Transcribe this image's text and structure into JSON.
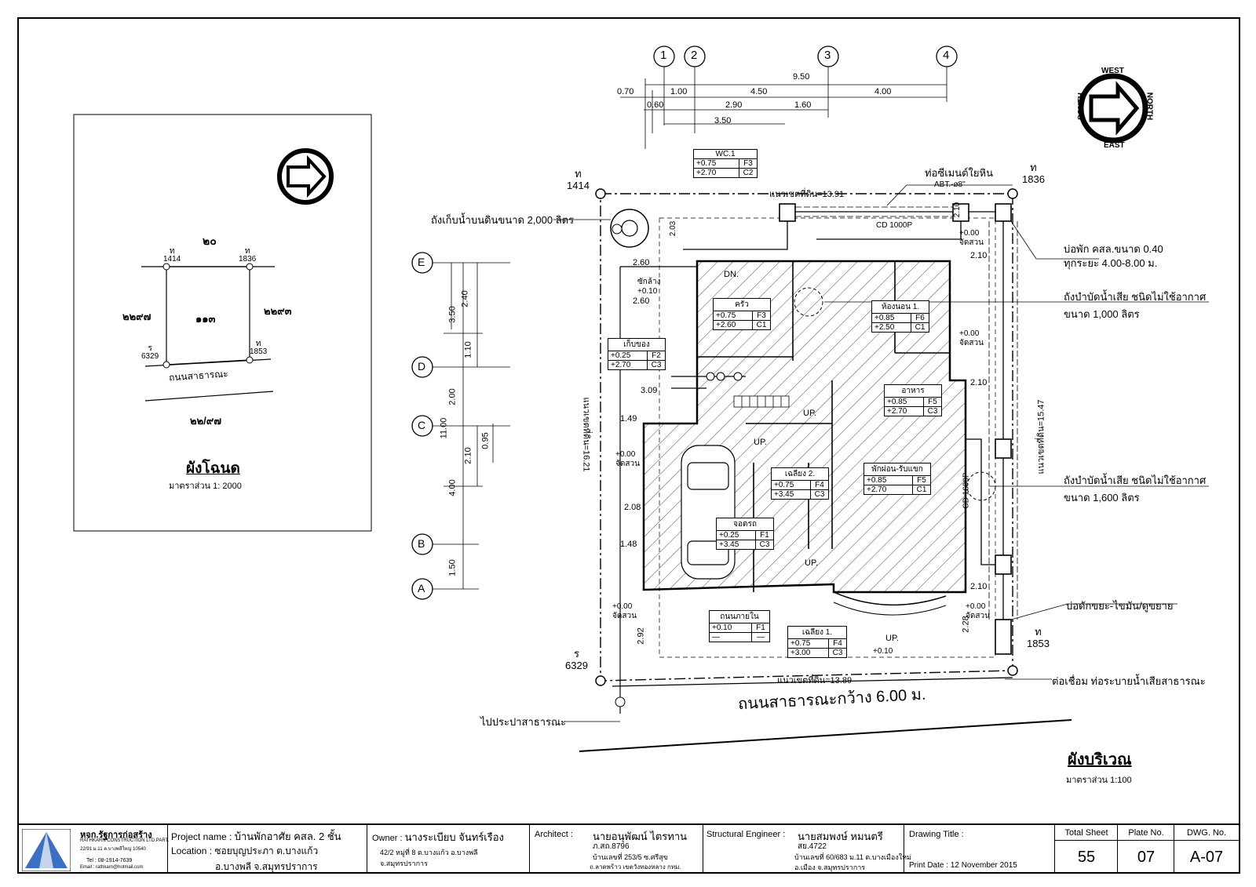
{
  "deed_plan": {
    "title": "ผังโฉนด",
    "scale": "มาตราส่วน   1: 2000",
    "north_top": "๒๐",
    "north_left": "๒๒๙๗",
    "north_right": "๒๒๙๓",
    "center": "๑๑๓",
    "bottom": "๒๒/๙๗",
    "road": "ถนนสาธารณะ",
    "pins": [
      {
        "label": "ท",
        "num": "1414"
      },
      {
        "label": "ท",
        "num": "1836"
      },
      {
        "label": "ร",
        "num": "6329"
      },
      {
        "label": "ท",
        "num": "1853"
      }
    ]
  },
  "site_plan": {
    "title": "ผังบริเวณ",
    "scale": "มาตราส่วน   1:100",
    "road_label": "ถนนสาธารณะกว้าง 6.00 ม.",
    "grid_cols": [
      "1",
      "2",
      "3",
      "4"
    ],
    "grid_rows": [
      "E",
      "D",
      "C",
      "B",
      "A"
    ],
    "top_dims": [
      "9.50",
      "0.70",
      "1.00",
      "4.50",
      "4.00",
      "0.60",
      "2.90",
      "1.60",
      "3.50"
    ],
    "left_dims": [
      "3.50",
      "2.40",
      "1.10",
      "2.00",
      "11.00",
      "2.10",
      "0.95",
      "4.00",
      "1.50"
    ],
    "boundary_top": "แนวเขตที่ดิน=13.91",
    "boundary_bottom": "แนวเขตที่ดิน=13.89",
    "boundary_left": "แนวเขตที่ดิน=16.21",
    "boundary_right": "แนวเขตที่ดิน=15.47",
    "pins": [
      {
        "label": "ท",
        "num": "1414"
      },
      {
        "label": "ท",
        "num": "1836"
      },
      {
        "label": "ร",
        "num": "6329"
      },
      {
        "label": "ท",
        "num": "1853"
      }
    ],
    "setbacks": [
      "2.60",
      "2.60",
      "3.09",
      "1.49",
      "2.08",
      "1.48",
      "2.92",
      "2.10",
      "2.10",
      "2.10",
      "2.28",
      "2.03",
      "2.10"
    ],
    "callouts": [
      "ถังเก็บน้ำบนดินขนาด 2,000 ลิตร",
      "ท่อซีเมนต์ใยหิน",
      "ABT.-ø8\"",
      "บ่อพัก คสล.ขนาด 0.40",
      "ทุกระยะ 4.00-8.00 ม.",
      "ถังบำบัดน้ำเสีย ชนิดไม่ใช้อากาศ",
      "ขนาด 1,000 ลิตร",
      "ถังบำบัดน้ำเสีย ชนิดไม่ใช้อากาศ",
      "ขนาด 1,600 ลิตร",
      "บ่อดักขยะ-ไขมัน/ดูขยาย",
      "ต่อเชื่อม ท่อระบายน้ำเสียสาธารณะ",
      "ไปประปาสาธารณะ"
    ],
    "rooms": [
      {
        "name": "WC.1",
        "lvl": "+0.75",
        "f": "F3",
        "h": "+2.70",
        "c": "C2"
      },
      {
        "name": "ครัว",
        "lvl": "+0.75",
        "f": "F3",
        "h": "+2.60",
        "c": "C1"
      },
      {
        "name": "ห้องนอน 1.",
        "lvl": "+0.85",
        "f": "F6",
        "h": "+2.50",
        "c": "C1"
      },
      {
        "name": "เก็บของ",
        "lvl": "+0.25",
        "f": "F2",
        "h": "+2.70",
        "c": "C3"
      },
      {
        "name": "อาหาร",
        "lvl": "+0.85",
        "f": "F5",
        "h": "+2.70",
        "c": "C3"
      },
      {
        "name": "เฉลียง 2.",
        "lvl": "+0.75",
        "f": "F4",
        "h": "+3.45",
        "c": "C3"
      },
      {
        "name": "พักผ่อน-รับแขก",
        "lvl": "+0.85",
        "f": "F5",
        "h": "+2.70",
        "c": "C1"
      },
      {
        "name": "จอดรถ",
        "lvl": "+0.25",
        "f": "F1",
        "h": "+3.45",
        "c": "C3"
      },
      {
        "name": "ถนนภายใน",
        "lvl": "+0.10",
        "f": "F1",
        "h": "—",
        "c": "—"
      },
      {
        "name": "เฉลียง 1.",
        "lvl": "+0.75",
        "f": "F4",
        "h": "+3.00",
        "c": "C3"
      }
    ],
    "garden_labels": [
      "+0.00",
      "จัดสวน",
      "+0.00",
      "จัดสวน",
      "+0.00",
      "จัดสวน",
      "+0.00",
      "จัดสวน",
      "+0.00",
      "จัดสวน"
    ],
    "misc": [
      "ซักล้าง",
      "+0.10",
      "DN.",
      "UP.",
      "UP.",
      "UP.",
      "UP.",
      "+0.10",
      "CD 1000P",
      "CD 1600P"
    ],
    "compass_top": "WEST",
    "compass_bottom": "EAST",
    "compass_left": "SOUTH",
    "compass_right": "NORTH"
  },
  "title_block": {
    "company": "หจก.รัฐการก่อสร้าง",
    "company_en": "RATHKARN CONSTRUCTION LTD.PART.",
    "company_addr": "22/91 ม.11 ต.บางพลีใหญ่ 10540",
    "company_tel": "Tel : 08-1914-7639",
    "company_email": "Email : rathkarn@hotmail.com",
    "project_label": "Project name :",
    "project_value": "บ้านพักอาศัย คสล. 2 ชั้น",
    "location_label": "Location :",
    "location_value1": "ซอยบุญประภา ต.บางแก้ว",
    "location_value2": "อ.บางพลี จ.สมุทรปราการ",
    "owner_label": "Owner :",
    "owner_value": "นางระเบียบ จันทร์เรือง",
    "owner_addr1": "42/2 หมู่ที่ 8 ต.บางแก้ว อ.บางพลี",
    "owner_addr2": "จ.สมุทรปราการ",
    "architect_label": "Architect :",
    "architect_value": "นายอนุพัฒน์ ไตรทาน",
    "architect_lic": "ภ.สถ.8796",
    "architect_addr1": "บ้านเลขที่ 253/5 ซ.ศรีสุข",
    "architect_addr2": "ถ.ลาดพร้าว เขตวังทองหลาง กทม.",
    "struct_label": "Structural Engineer :",
    "struct_value": "นายสมพงษ์ หมนตรี",
    "struct_lic": "สย.4722",
    "struct_addr1": "บ้านเลขที่ 60/683 ม.11 ต.บางเมืองใหม่",
    "struct_addr2": "อ.เมือง จ.สมุทรปราการ",
    "drawing_title_label": "Drawing Title :",
    "print_date": "Print Date :  12 November 2015",
    "total_sheet_label": "Total Sheet",
    "total_sheet": "55",
    "plate_label": "Plate No.",
    "plate": "07",
    "dwg_label": "DWG. No.",
    "dwg": "A-07"
  }
}
